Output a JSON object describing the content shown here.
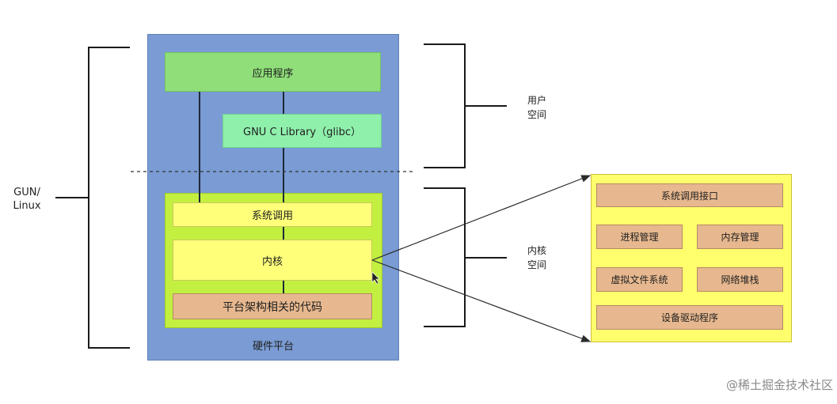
{
  "diagram": {
    "hardware_platform": "硬件平台",
    "application": "应用程序",
    "glibc": "GNU C Library（glibc）",
    "system_call": "系统调用",
    "kernel": "内核",
    "arch_code": "平台架构相关的代码",
    "gnu_linux_line1": "GUN/",
    "gnu_linux_line2": "Linux",
    "user_space_line1": "用户",
    "user_space_line2": "空间",
    "kernel_space_line1": "内核",
    "kernel_space_line2": "空间",
    "kernel_detail": {
      "syscall_interface": "系统调用接口",
      "process_mgmt": "进程管理",
      "memory_mgmt": "内存管理",
      "vfs": "虚拟文件系统",
      "network_stack": "网络堆栈",
      "device_drivers": "设备驱动程序"
    }
  },
  "watermark": "@稀土掘金技术社区"
}
